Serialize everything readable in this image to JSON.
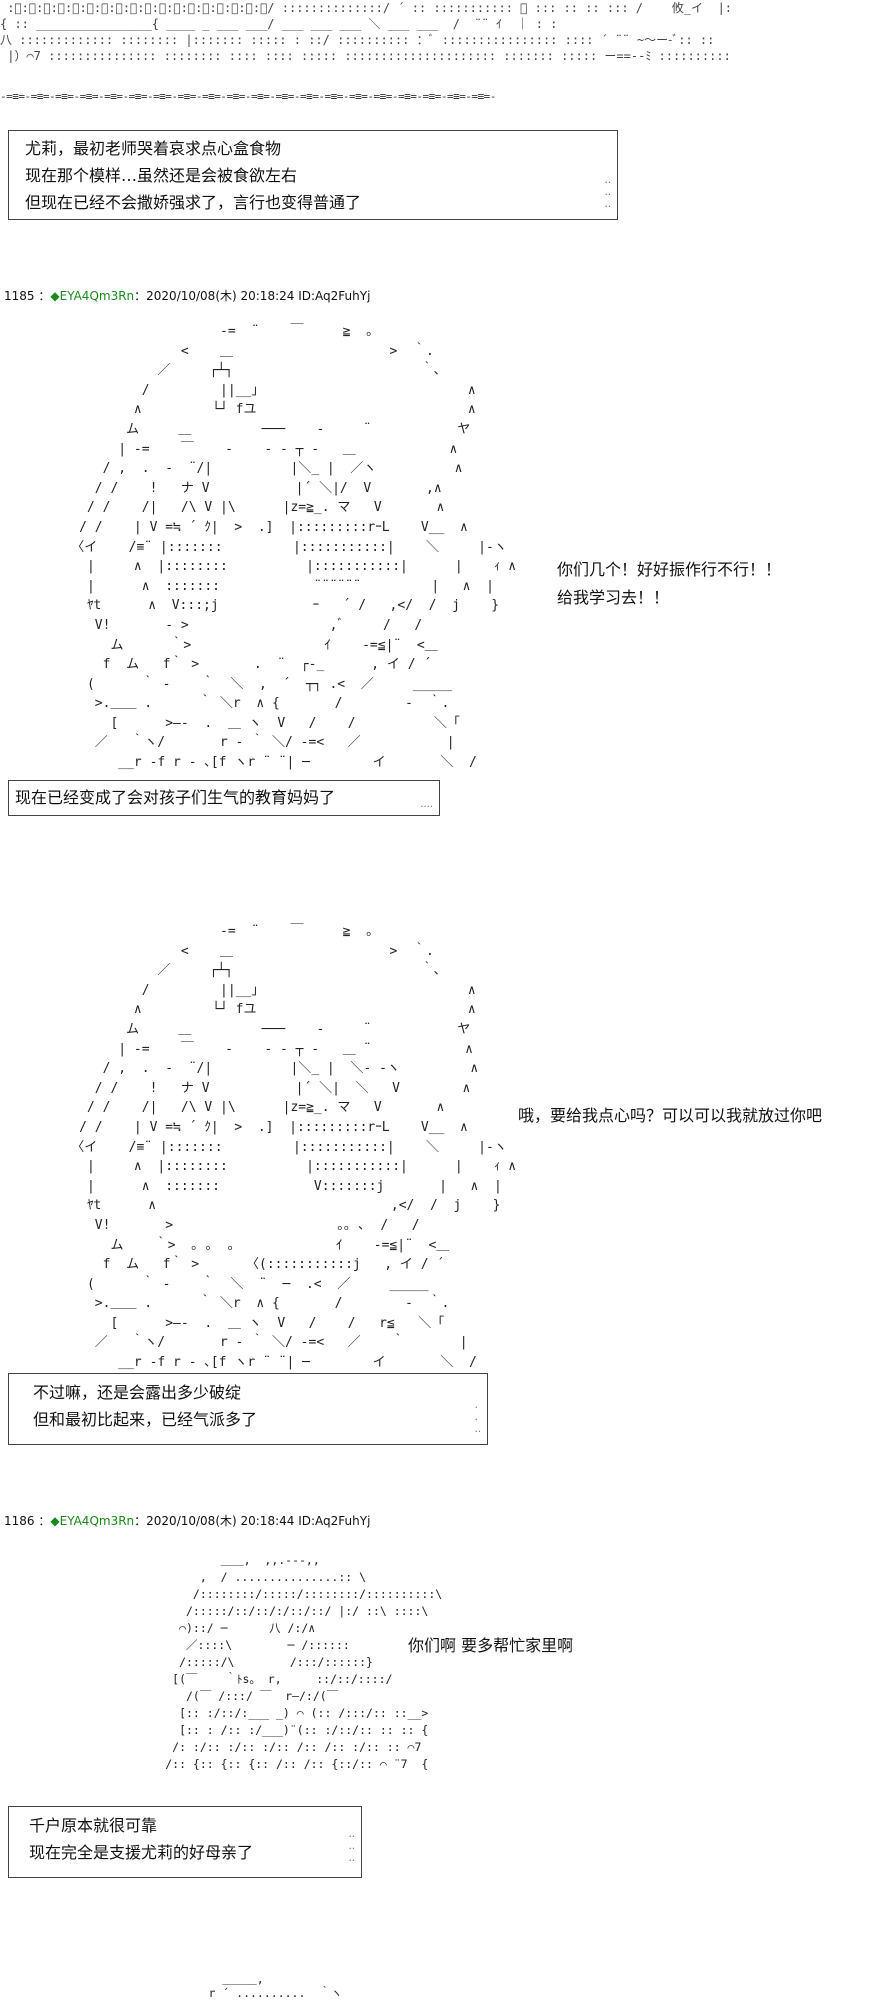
{
  "top_art": " :ﾞ:ﾞ:ﾞ:ﾞ:ﾞ:ﾞ:ﾞ:ﾞ:ﾞ:ﾞ:ﾞ:ﾞ:ﾞ:ﾞ:ﾞ:ﾞ:ﾞ:ﾞ/ ::::::::::::::/ ´ :: ::::::::::: ＼ ::: :: :: ::: /    攸_イ  |:\n{ :: ________________{ ____ _ ___ ___/ ___ ___ ___ ＼ ___ ___  /  ¨¨ ｲ  ｜ : :\n八 ::::::::::::: :::::::: |::::::: ::::: : ::/ :::::::::: ：ﾞ :::::::::::::::: :::: ´ ¨¨ ~～ー-ﾞ:: ::\n |）⌒7 ::::::::::::::: :::::::: :::: :::: ::::: ::::::::::::::::::::: ::::::: ::::: ー==--ﾐ ::::::::::",
  "divider": "-=≡=-=≡=-=≡=-=≡=-=≡=-=≡=-=≡=-=≡=-=≡=-=≡=-=≡=-=≡=-=≡=-=≡=-=≡=-=≡=-=≡=-=≡=-=≡=-=≡=-",
  "narration_1": {
    "lines": [
      "尤莉，最初老师哭着哀求点心盒食物",
      "现在那个模样…虽然还是会被食欲左右",
      "但现在已经不会撒娇强求了，言行也变得普通了"
    ]
  },
  "post_1185": {
    "number": "1185",
    "separator": "：",
    "trip": "◆EYA4Qm3Rn",
    "meta": "：2020/10/08(木) 20:18:24 ID:Aq2FuhYj"
  },
  "art_yuri_1": "                       -=  ¨    ￣     ≧  。\n                  <    ＿                    >  ｀.\n               ／     ┌┴┐                        ｀､\n             /         ||__」                          ∧\n            ∧         └┘ fユ                           ∧\n           ム     ＿         ───    -     ¨           ヤ\n          | -=    ￣    -    - - ┬ -   ＿            ∧\n        / ,  .  -  ¨/|          |＼_ |  ／ヽ          ∧\n       / /    !   ナ V           |´ ＼|/  V       ,∧\n      / /    /|   /\\ V |\\      |z=≧_. マ   V       ∧\n     / /    | V =≒ ´ ｸ|  >  .]  |:::::::::rｰL    V__  ∧\n    〈イ    /≡¨ |:::::::         |:::::::::::|    ＼     |‐ヽ\n      |     ∧  |::::::::          |:::::::::::|      |    ｨ ∧\n      |      ∧  :::::::            ¨¨¨¨¨¨         |   ∧  |\n      ﾔt      ∧  V:::;j            ｰ   ´ /   ,</  /  j    }\n       V!       - >                  ,ﾞ     /   /\n         ム      ｀>                 ｲ    ‐=≦|¨  <＿\n        f  ム   f｀ >       .  ¨  ┌‐_      , イ / ´\n      (      ｀ ‐    ｀  ＼  ,  ´  ┬┐ .<  ／     _____\n       >.＿＿ .      ｀ ＼r  ∧ {       /        ‐  ｀.\n         [      >―-  .  ＿ ヽ  V   /    /          ＼「\n       ／   ｀ヽ/       r ‐ ｀ ＼/ -=<   ／           |\n          __r -f r - ､[f ヽr ¨ ¨| ─        イ       ＼  /",
  "dialogue_1": [
    "你们几个！好好振作行不行！！",
    "给我学习去！！"
  ],
  "narration_2": {
    "lines": [
      "现在已经变成了会对孩子们生气的教育妈妈了"
    ]
  },
  "art_yuri_2": "                       -=  ¨    ￣     ≧  。\n                  <    ＿                    >  ｀.\n               ／     ┌┴┐                        ｀､\n             /         ||__」                          ∧\n            ∧         └┘ fユ                           ∧\n           ム     ＿         ───    -     ¨           ヤ\n          | -=    ￣    -    - - ┬ -   ＿ ¨            ∧\n        / ,  .  -  ¨/|          |＼_ |  ＼‐ ‐ヽ         ∧\n       / /    !   ナ V           |´ ＼|  ＼   V        ∧\n      / /    /|   /\\ V |\\      |z=≧_. マ   V       ∧\n     / /    | V =≒ ´ ｸ|  >  .]  |:::::::::rｰL    V__  ∧\n    〈イ    /≡¨ |:::::::         |:::::::::::|    ＼     |‐ヽ\n      |     ∧  |::::::::          |:::::::::::|      |    ｨ ∧\n      |      ∧  :::::::            V:::::::j       |   ∧  |\n      ﾔt      ∧                              ,</  /  j    }\n       V!       >                     ｡｡ ､  /   /\n         ム    ｀>  ｡ ｡  ｡             ｲ    ‐=≦|¨  <＿\n        f  ム   f｀ >      〈(:::::::::::j   , イ / ´\n      (      ｀ ‐    ｀  ＼  ¨  ─  .<  ／     _____\n       >.＿＿ .      ｀ ＼r  ∧ {       /        ‐  ｀.\n         [      >―-  .  ＿ ヽ  V   /    /   r≦   ＼「\n       ／   ｀ヽ/       r ‐ ｀ ＼/ -=<   ／    ｀       |\n          __r -f r - ､[f ヽr ¨ ¨| ─        イ       ＼  /",
  "dialogue_2": [
    "哦，要给我点心吗？可以可以我就放过你吧"
  ],
  "narration_3": {
    "lines": [
      "不过嘛，还是会露出多少破绽",
      "但和最初比起来，已经气派多了"
    ]
  },
  "post_1186": {
    "number": "1186",
    "separator": "：",
    "trip": "◆EYA4Qm3Rn",
    "meta": "：2020/10/08(木) 20:18:44 ID:Aq2FuhYj"
  },
  "art_senko": "                  ＿＿,  ,,.-‐-,,\n               ,  / ...............:: \\\n              /::::::::/:::::/::::::::/::::::::::\\\n             /:::::/::/::/:/::/::/ |:/ ::\\ ::::\\\n            ⌒)::/ ─      八 /:/∧\n             ／::::\\        ─ /::::::\n            /:::::/\\        /:::/::::::}\n           [(￣    ｀ﾄs。 r,     ::/::/::::/\n             /(￣ /:::/ ￣  r―/:/(￣\n            [:: :/::/:___ _) ⌒ (:: /:::/:: ::__> \n            [:: : /:: :/___)¨(:: :/::/:: :: :: {\n           /: :/:: :/:: :/:: /:: /:: :/:: :: ⌒7\n          /:: {:: {:: {:: /:: /:: {::/:: ⌒ ¨7  {",
  "dialogue_3": [
    "你们啊   要多帮忙家里啊"
  ],
  "narration_4": {
    "lines": [
      "千户原本就很可靠",
      "现在完全是支援尤莉的好母亲了"
    ]
  },
  "bottom_art": "         ＿＿＿,\n       r ´ ..........  ｀ヽ"
}
